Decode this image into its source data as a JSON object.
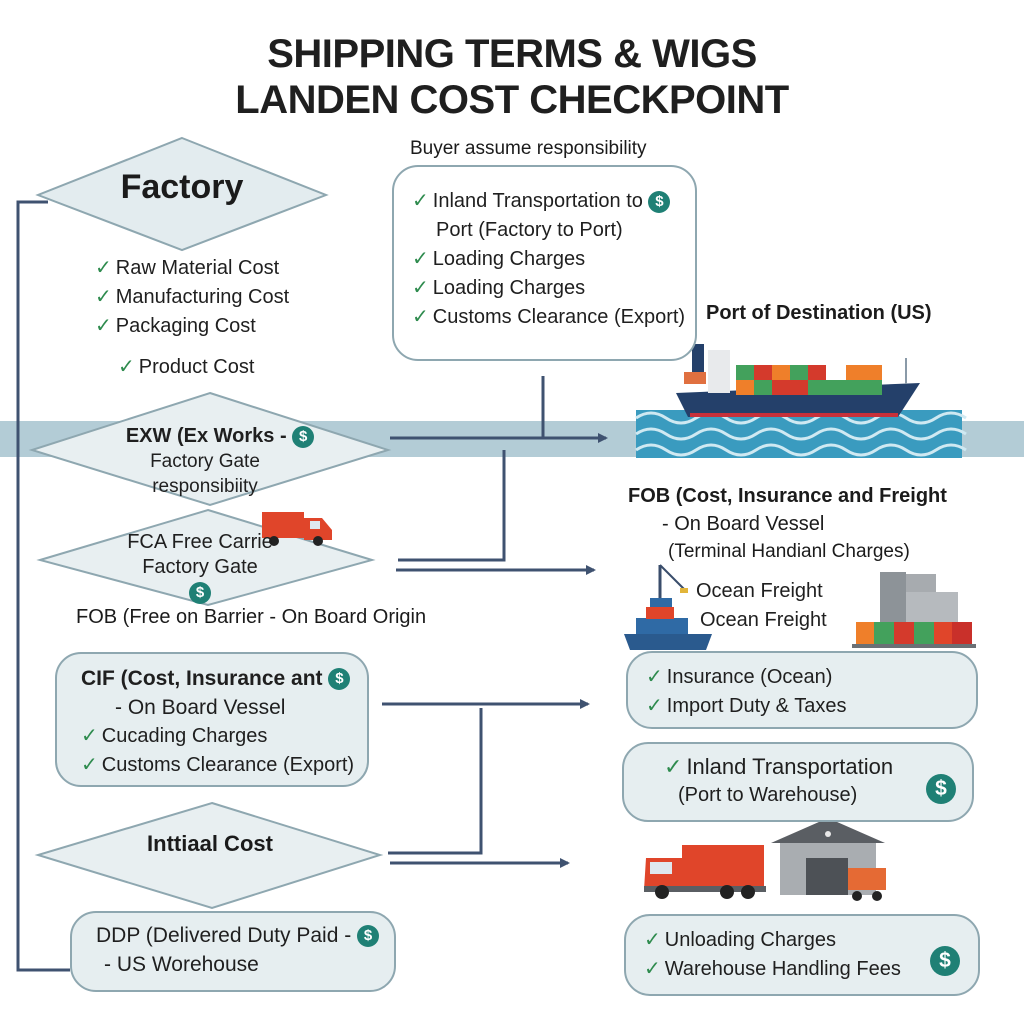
{
  "title": {
    "line1": "SHIPPING TERMS & WIGS",
    "line2": "LANDEN COST CHECKPOINT"
  },
  "factory": {
    "label": "Factory",
    "items": [
      "Raw Material Cost",
      "Manufacturing Cost",
      "Packaging Cost"
    ],
    "product_cost": "Product Cost"
  },
  "buyer": {
    "caption": "Buyer assume responsibility",
    "items": [
      "Inland Transportation to",
      "Port (Factory to Port)",
      "Loading Charges",
      "Loading Charges",
      "Customs Clearance (Export)"
    ]
  },
  "port_destination": {
    "label": "Port of Destination (US)"
  },
  "exw": {
    "line1": "EXW (Ex Works -",
    "line2": "Factory Gate",
    "line3": "responsibiity"
  },
  "fca": {
    "line1": "FCA Free Carrie",
    "line2": "Factory Gate"
  },
  "fob_origin": {
    "label": "FOB (Free on Barrier - On Board Origin"
  },
  "fob_vessel": {
    "line1": "FOB (Cost, Insurance and Freight",
    "line2": "- On Board Vessel",
    "line3": "(Terminal Handianl Charges)"
  },
  "ocean_freight": {
    "line1": "Ocean Freight",
    "line2": "Ocean Freight"
  },
  "cif": {
    "line1": "CIF (Cost, Insurance ant",
    "line2": "- On Board Vessel",
    "items": [
      "Cucading Charges",
      "Customs Clearance (Export)"
    ]
  },
  "insurance_box": {
    "items": [
      "Insurance (Ocean)",
      "Import Duty & Taxes"
    ]
  },
  "inland_box": {
    "line1": "Inland Transportation",
    "line2": "(Port to Warehouse)"
  },
  "initial_cost": {
    "label": "Inttiaal Cost"
  },
  "ddp": {
    "line1": "DDP (Delivered Duty Paid -",
    "line2": "- US Worehouse"
  },
  "warehouse_box": {
    "items": [
      "Unloading Charges",
      "Warehouse Handling Fees"
    ]
  },
  "icons": {
    "check": "✓",
    "dollar": "$"
  },
  "colors": {
    "connector": "#3f5270",
    "band": "#b3ccd6",
    "box_fill": "#e6eef0",
    "box_border": "#8ea7b0",
    "check_green": "#2e8b4e",
    "dollar_teal": "#1f8075",
    "truck_red": "#e0452a"
  }
}
